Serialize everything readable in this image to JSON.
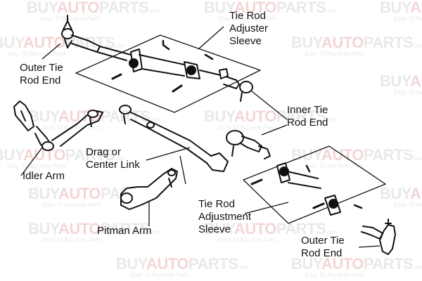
{
  "watermark": {
    "brand_before": "BUY",
    "brand_accent": "AUTO",
    "brand_after": "PARTS",
    "domain": ".com",
    "tagline": "Easy To Buy Auto Parts"
  },
  "labels": {
    "tie_rod_adjuster_sleeve": [
      "Tie Rod",
      "Adjuster",
      "Sleeve"
    ],
    "outer_tie_rod_end_top": [
      "Outer Tie",
      "Rod End"
    ],
    "inner_tie_rod_end": [
      "Inner Tie",
      "Rod End"
    ],
    "drag_center_link": [
      "Drag or",
      "Center Link"
    ],
    "idler_arm": [
      "Idler Arm"
    ],
    "tie_rod_adjustment_sleeve": [
      "Tie Rod",
      "Adjustment",
      "Sleeve"
    ],
    "pitman_arm": [
      "Pitman Arm"
    ],
    "outer_tie_rod_end_bottom": [
      "Outer Tie",
      "Rod End"
    ]
  },
  "colors": {
    "ink": "#111111",
    "watermark_gray": "#e9e9e9",
    "watermark_accent": "#f4d6d6"
  }
}
